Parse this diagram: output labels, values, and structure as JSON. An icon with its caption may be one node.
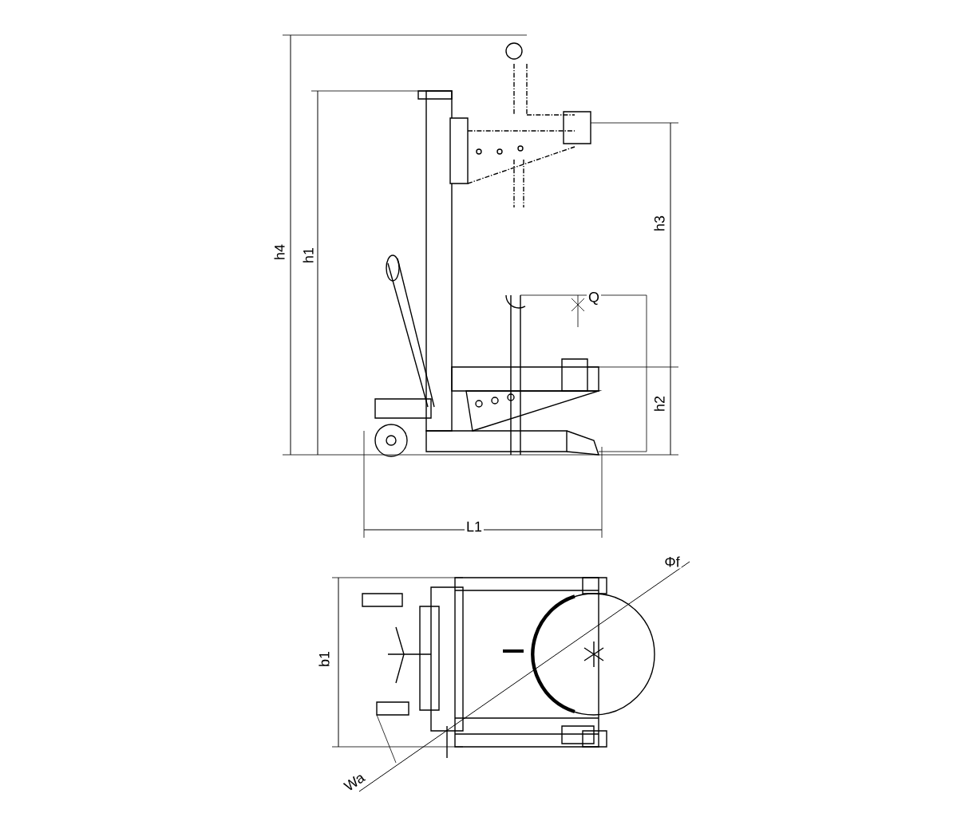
{
  "diagram": {
    "labels": [
      "h3",
      "h4",
      "h1",
      "Q",
      "h2",
      "L1",
      "Φf",
      "b1",
      "Wa"
    ]
  }
}
